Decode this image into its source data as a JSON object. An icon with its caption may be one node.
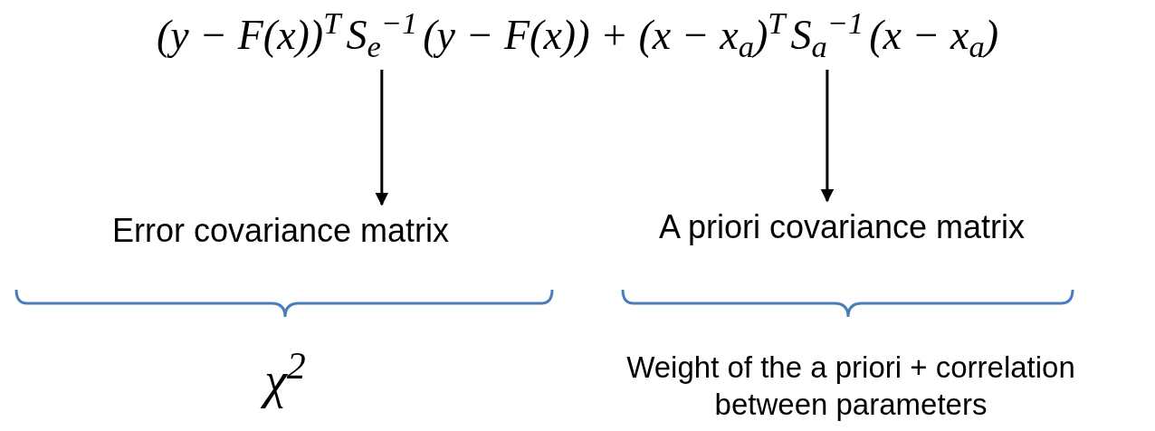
{
  "diagram": {
    "nodes": [
      {
        "text": [
          "S$_{e}$$^{−1}$"
        ]
      },
      {
        "text": [
          "S$_{a}$$^{−1}$"
        ]
      },
      {
        "text": [
          "Error covariance matrix"
        ]
      },
      {
        "text": [
          "A priori covariance matrix"
        ]
      },
      {
        "text": [
          "χ$^{2}$"
        ]
      },
      {
        "text": [
          "Weight of the a priori + correlation between parameters"
        ]
      }
    ],
    "edges": [
      {
        "from": 0,
        "to": 2,
        "arrow": "to"
      },
      {
        "from": 1,
        "to": 3,
        "arrow": "to"
      }
    ],
    "labels": [
      "(y − F(x))$^{T}$",
      "(y − F(x)) + (x − x$_{a}$)$^{T}$",
      "(x − x$_{a}$)"
    ]
  }
}
